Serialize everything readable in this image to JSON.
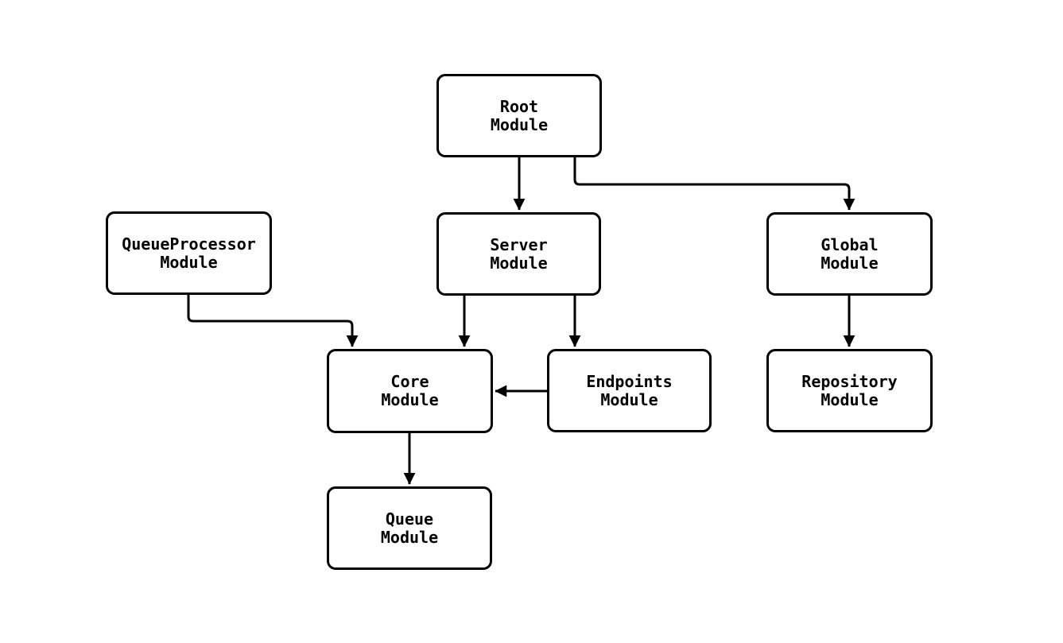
{
  "diagram": {
    "type": "module-dependency-flowchart",
    "background_color": "#ffffff",
    "node_fill_color": "#ffffff",
    "node_border_color": "#000000",
    "edge_color": "#000000",
    "text_color": "#000000",
    "nodes": [
      {
        "id": "root",
        "label": "Root\nModule"
      },
      {
        "id": "queueprocessor",
        "label": "QueueProcessor\nModule"
      },
      {
        "id": "server",
        "label": "Server\nModule"
      },
      {
        "id": "global",
        "label": "Global\nModule"
      },
      {
        "id": "core",
        "label": "Core\nModule"
      },
      {
        "id": "endpoints",
        "label": "Endpoints\nModule"
      },
      {
        "id": "repository",
        "label": "Repository\nModule"
      },
      {
        "id": "queue",
        "label": "Queue\nModule"
      }
    ],
    "edges": [
      {
        "from": "root",
        "to": "server"
      },
      {
        "from": "root",
        "to": "global"
      },
      {
        "from": "queueprocessor",
        "to": "core"
      },
      {
        "from": "server",
        "to": "core"
      },
      {
        "from": "server",
        "to": "endpoints"
      },
      {
        "from": "endpoints",
        "to": "core"
      },
      {
        "from": "global",
        "to": "repository"
      },
      {
        "from": "core",
        "to": "queue"
      }
    ]
  }
}
